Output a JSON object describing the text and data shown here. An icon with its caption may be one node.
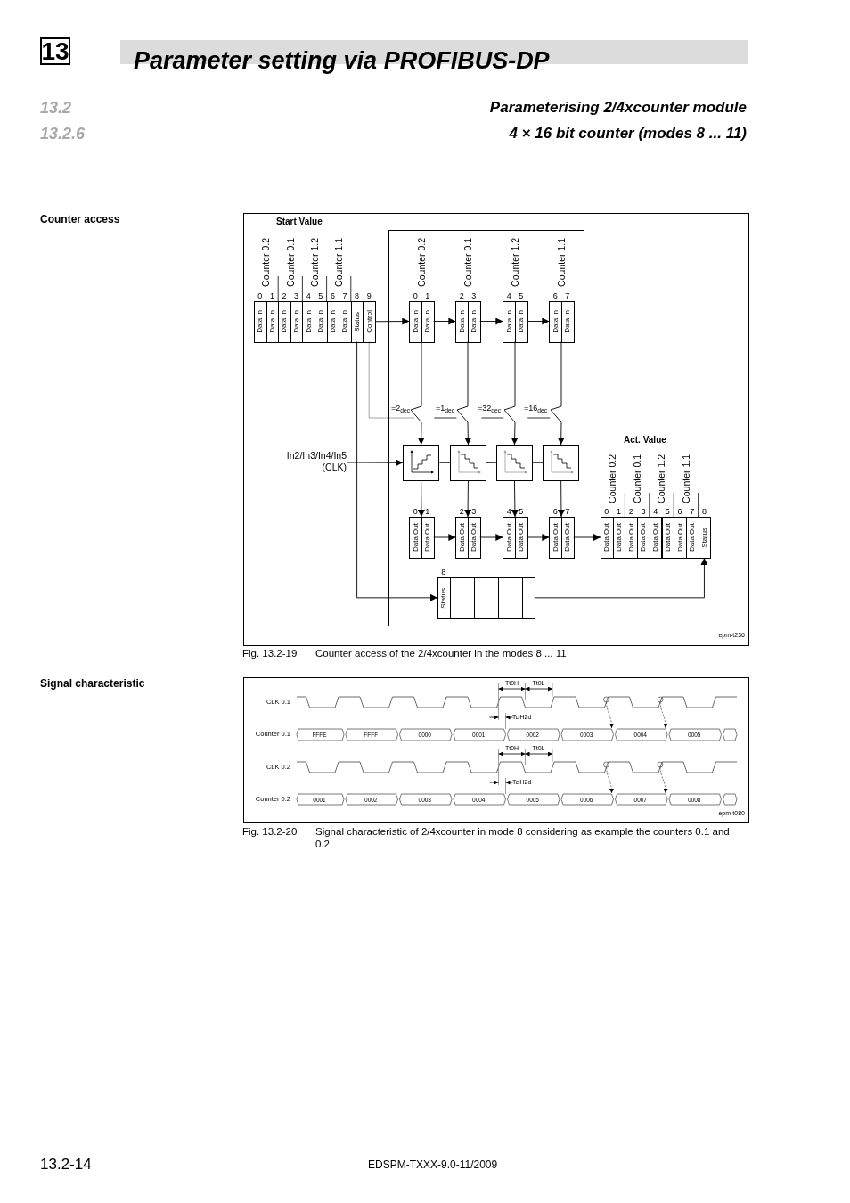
{
  "diagram": {
    "title": "Parameter setting via PROFIBUS-DP",
    "nodes": [
      {
        "text": [
          "Data In"
        ],
        "beside": [
          "0"
        ]
      },
      {
        "text": [
          "Data In"
        ],
        "beside": [
          "1"
        ]
      },
      {
        "text": [
          "Data In"
        ],
        "beside": [
          "2"
        ]
      },
      {
        "text": [
          "Data In"
        ],
        "beside": [
          "3"
        ]
      },
      {
        "text": [
          "Data In"
        ],
        "beside": [
          "4"
        ]
      },
      {
        "text": [
          "Data In"
        ],
        "beside": [
          "5"
        ]
      },
      {
        "text": [
          "Data In"
        ],
        "beside": [
          "6"
        ]
      },
      {
        "text": [
          "Data In"
        ],
        "beside": [
          "7"
        ]
      },
      {
        "text": [
          "Status"
        ],
        "beside": [
          "8"
        ]
      },
      {
        "text": [
          "Control"
        ],
        "beside": [
          "9"
        ]
      },
      {
        "text": [],
        "shape": "box"
      },
      {
        "text": [
          "Data In"
        ],
        "beside": [
          "0"
        ],
        "in": 10
      },
      {
        "text": [
          "Data In"
        ],
        "beside": [
          "1"
        ],
        "in": 10
      },
      {
        "text": [
          "Data In"
        ],
        "beside": [
          "2"
        ],
        "in": 10
      },
      {
        "text": [
          "Data In"
        ],
        "beside": [
          "3"
        ],
        "in": 10
      },
      {
        "text": [
          "Data In"
        ],
        "beside": [
          "4"
        ],
        "in": 10
      },
      {
        "text": [
          "Data In"
        ],
        "beside": [
          "5"
        ],
        "in": 10
      },
      {
        "text": [
          "Data In"
        ],
        "beside": [
          "6"
        ],
        "in": 10
      },
      {
        "text": [
          "Data In"
        ],
        "beside": [
          "7"
        ],
        "in": 10
      },
      {
        "text": [],
        "shape": "box",
        "in": 10
      },
      {
        "text": [],
        "shape": "box",
        "in": 10
      },
      {
        "text": [],
        "shape": "box",
        "in": 10
      },
      {
        "text": [],
        "shape": "box",
        "in": 10
      },
      {
        "text": [
          "Data Out"
        ],
        "beside": [
          "0"
        ],
        "in": 10
      },
      {
        "text": [
          "Data Out"
        ],
        "beside": [
          "1"
        ],
        "in": 10
      },
      {
        "text": [
          "Data Out"
        ],
        "beside": [
          "2"
        ],
        "in": 10
      },
      {
        "text": [
          "Data Out"
        ],
        "beside": [
          "3"
        ],
        "in": 10
      },
      {
        "text": [
          "Data Out"
        ],
        "beside": [
          "4"
        ],
        "in": 10
      },
      {
        "text": [
          "Data Out"
        ],
        "beside": [
          "5"
        ],
        "in": 10
      },
      {
        "text": [
          "Data Out"
        ],
        "beside": [
          "6"
        ],
        "in": 10
      },
      {
        "text": [
          "Data Out"
        ],
        "beside": [
          "7"
        ],
        "in": 10
      },
      {
        "text": [
          "Status"
        ],
        "beside": [
          "8"
        ],
        "in": 10
      },
      {
        "text": [],
        "shape": "box",
        "in": 10
      },
      {
        "text": [],
        "shape": "box",
        "in": 10
      },
      {
        "text": [],
        "shape": "box",
        "in": 10
      },
      {
        "text": [],
        "shape": "box",
        "in": 10
      },
      {
        "text": [],
        "shape": "box",
        "in": 10
      },
      {
        "text": [],
        "shape": "box",
        "in": 10
      },
      {
        "text": [],
        "shape": "box",
        "in": 10
      },
      {
        "text": [
          "Data Out"
        ],
        "beside": [
          "0"
        ]
      },
      {
        "text": [
          "Data Out"
        ],
        "beside": [
          "1"
        ]
      },
      {
        "text": [
          "Data Out"
        ],
        "beside": [
          "2"
        ]
      },
      {
        "text": [
          "Data Out"
        ],
        "beside": [
          "3"
        ]
      },
      {
        "text": [
          "Data Out"
        ],
        "beside": [
          "4"
        ]
      },
      {
        "text": [
          "Data Out"
        ],
        "beside": [
          "5"
        ]
      },
      {
        "text": [
          "Data Out"
        ],
        "beside": [
          "6"
        ]
      },
      {
        "text": [
          "Data Out"
        ],
        "beside": [
          "7"
        ]
      },
      {
        "text": [
          "Status"
        ],
        "beside": [
          "8"
        ]
      },
      {
        "text": [
          "In2/In3/In4/In5 (CLK)"
        ]
      },
      {
        "text": [
          "=2$_{dec}$"
        ],
        "in": 10
      }
    ],
    "edges": [
      {
        "from": 9,
        "to": 11,
        "arrow": "to"
      },
      {
        "from": 12,
        "to": 13,
        "arrow": "to"
      },
      {
        "from": 14,
        "to": 15,
        "arrow": "to"
      },
      {
        "from": 16,
        "to": 17,
        "arrow": "to"
      },
      {
        "from": 12,
        "to": 19,
        "arrow": "to"
      },
      {
        "from": 14,
        "to": 20,
        "arrow": "to"
      },
      {
        "from": 16,
        "to": 21,
        "arrow": "to"
      },
      {
        "from": 18,
        "to": 22,
        "arrow": "to"
      },
      {
        "from": 9,
        "to": 49,
        "arrow": "none",
        "color": "#9a9a9a"
      },
      {
        "from": 48,
        "to": 19,
        "arrow": "to"
      },
      {
        "from": 19,
        "to": 20,
        "arrow": "none"
      },
      {
        "from": 20,
        "to": 21,
        "arrow": "none"
      },
      {
        "from": 21,
        "to": 22,
        "arrow": "none"
      },
      {
        "from": 19,
        "to": 23,
        "arrow": "to"
      },
      {
        "from": 20,
        "to": 25,
        "arrow": "to"
      },
      {
        "from": 21,
        "to": 27,
        "arrow": "to"
      },
      {
        "from": 22,
        "to": 29,
        "arrow": "to"
      },
      {
        "from": 24,
        "to": 25,
        "arrow": "to"
      },
      {
        "from": 26,
        "to": 27,
        "arrow": "to"
      },
      {
        "from": 28,
        "to": 29,
        "arrow": "to"
      },
      {
        "from": 30,
        "to": 39,
        "arrow": "to"
      },
      {
        "from": 8,
        "to": 31,
        "arrow": "to"
      },
      {
        "from": 38,
        "to": 47,
        "arrow": "to"
      }
    ],
    "labels": [
      "13",
      "13.2",
      "Parameterising 2/4xcounter module",
      "13.2.6",
      "4 × 16 bit counter (modes 8 ... 11)",
      "Counter access",
      "Start Value",
      "Counter 0.2",
      "Counter 0.1",
      "Counter 1.2",
      "Counter 1.1",
      "Counter 0.2",
      "Counter 0.1",
      "Counter 1.2",
      "Counter 1.1",
      "=1$_{dec}$",
      "=32$_{dec}$",
      "=16$_{dec}$",
      "Act. Value",
      "Counter 0.2",
      "Counter 0.1",
      "Counter 1.2",
      "Counter 1.1",
      "epm-t236",
      "Fig. 13.2-19",
      "Counter access of the 2/4xcounter in the modes 8 ... 11",
      "Signal characteristic",
      "Tt0H",
      "Tt0L",
      "CLK 0.1",
      "TclH2d",
      "Counter 0.1",
      "FFFE",
      "FFFF",
      "0000",
      "0001",
      "0002",
      "0003",
      "0004",
      "0005",
      "Tt0H",
      "Tt0L",
      "CLK 0.2",
      "TclH2d",
      "Counter 0.2",
      "0001",
      "0002",
      "0003",
      "0004",
      "0005",
      "0006",
      "0007",
      "0008",
      "epm-t080",
      "Fig. 13.2-20",
      "Signal characteristic of 2/4xcounter in mode 8 considering as example the counters 0.1 and 0.2",
      "13.2-14",
      "EDSPM-TXXX-9.0-11/2009"
    ]
  }
}
